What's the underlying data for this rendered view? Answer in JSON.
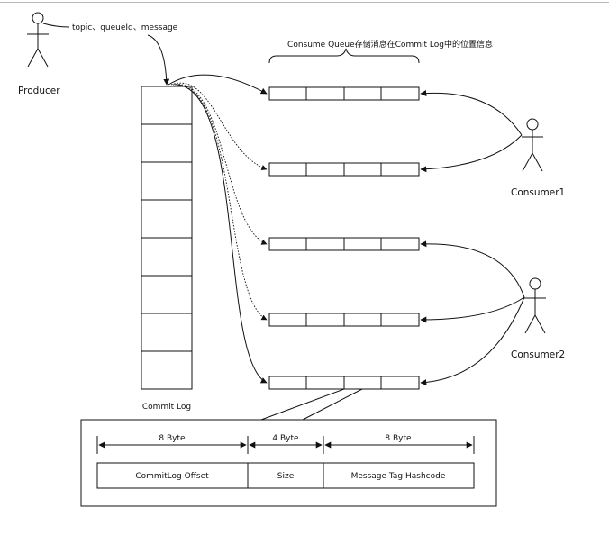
{
  "producer": {
    "label": "Producer",
    "message_label": "topic、queueId、message"
  },
  "commit_log": {
    "label": "Commit Log",
    "cells": 8
  },
  "consume_queue": {
    "brace_label": "Consume Queue存储消息在Commit Log中的位置信息",
    "queues": 5,
    "cells_per_queue": 4
  },
  "consumers": [
    {
      "label": "Consumer1"
    },
    {
      "label": "Consumer2"
    }
  ],
  "entry_format": {
    "fields": [
      {
        "size": "8 Byte",
        "name": "CommitLog Offset"
      },
      {
        "size": "4 Byte",
        "name": "Size"
      },
      {
        "size": "8 Byte",
        "name": "Message Tag Hashcode"
      }
    ]
  }
}
